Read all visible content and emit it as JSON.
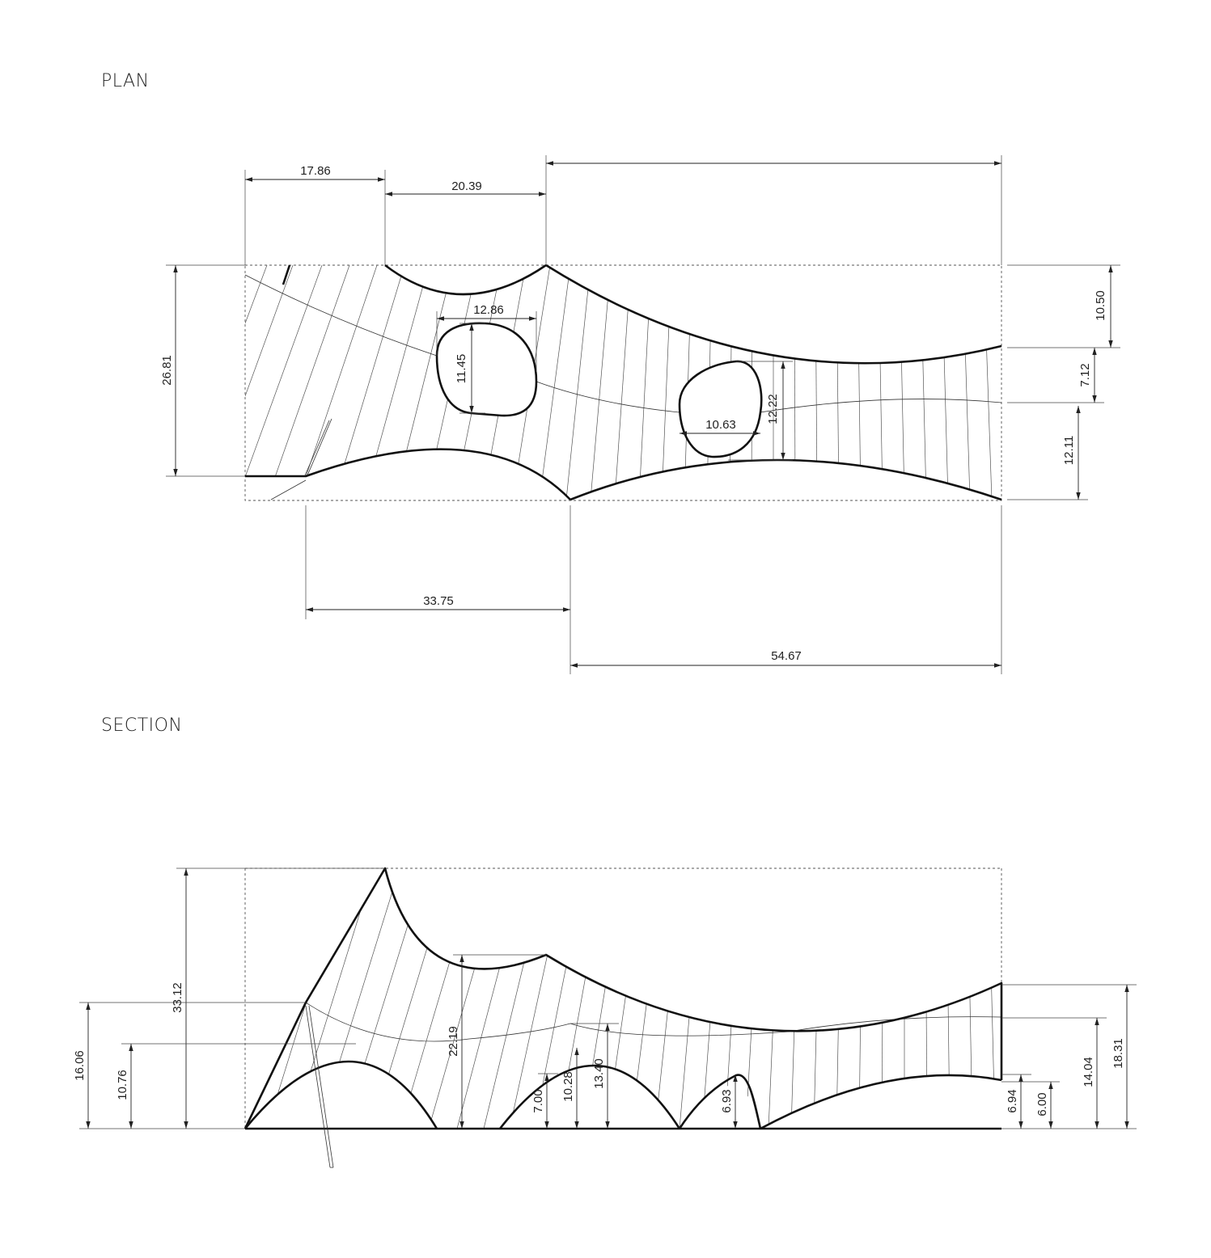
{
  "titles": {
    "plan": "PLAN",
    "section": "SECTION"
  },
  "plan_dims": {
    "d1": "17.86",
    "d2": "20.39",
    "d3": "12.86",
    "d4": "11.45",
    "d5": "26.81",
    "d6": "10.63",
    "d7": "12.22",
    "d8": "10.50",
    "d9": "7.12",
    "d10": "12.11",
    "d11": "33.75",
    "d12": "54.67"
  },
  "section_dims": {
    "s1": "33.12",
    "s2": "16.06",
    "s3": "10.76",
    "s4": "22.19",
    "s5": "7.00",
    "s6": "10.28",
    "s7": "13.40",
    "s8": "6.93",
    "s9": "6.94",
    "s10": "6.00",
    "s11": "14.04",
    "s12": "18.31"
  }
}
